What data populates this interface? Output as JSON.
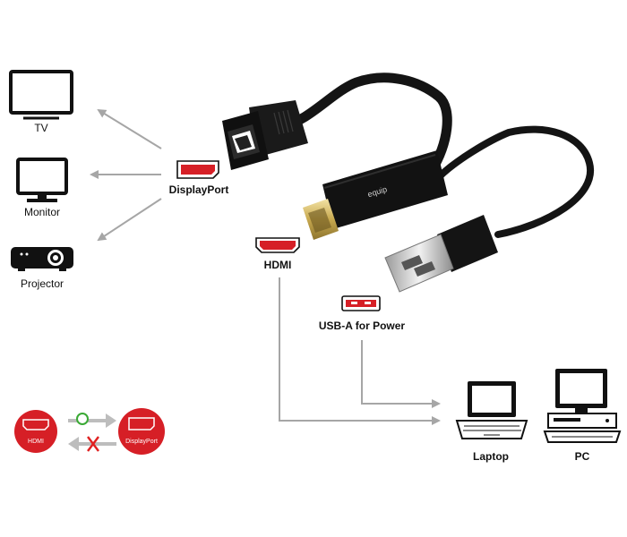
{
  "devices": {
    "tv": "TV",
    "monitor": "Monitor",
    "projector": "Projector",
    "laptop": "Laptop",
    "pc": "PC"
  },
  "ports": {
    "displayport": "DisplayPort",
    "hdmi": "HDMI",
    "usb": "USB-A for Power"
  },
  "cable": {
    "brand": "equip"
  },
  "direction_legend": {
    "from": "HDMI",
    "to": "DisplayPort"
  },
  "colors": {
    "accent_red": "#d61f26",
    "arrow_gray": "#a6a6a6",
    "allowed_green": "#3aa935",
    "blocked_red": "#e02020",
    "icon_black": "#111111"
  }
}
